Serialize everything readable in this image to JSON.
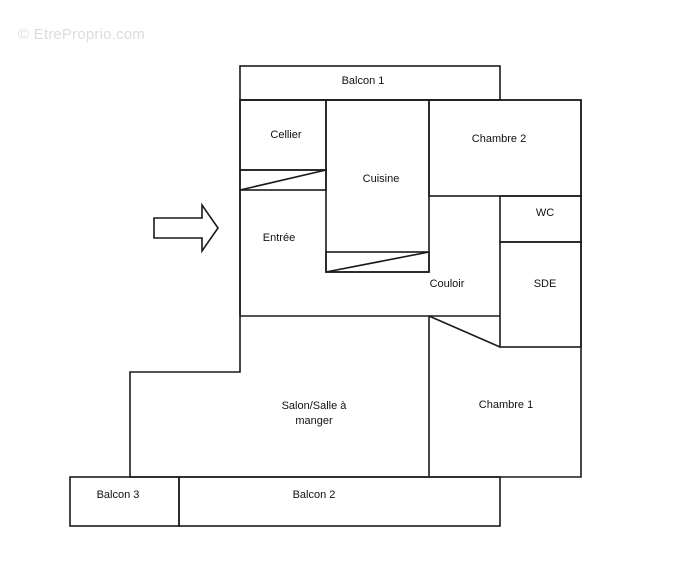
{
  "watermark": "© EtreProprio.com",
  "colors": {
    "wall": "#1a1a1a",
    "label": "#111111",
    "watermark": "#dcdcdc"
  },
  "rooms": {
    "balcon1": "Balcon 1",
    "cellier": "Cellier",
    "cuisine": "Cuisine",
    "chambre2": "Chambre 2",
    "wc": "WC",
    "entree": "Entrée",
    "couloir": "Couloir",
    "sde": "SDE",
    "salon_line1": "Salon/Salle à",
    "salon_line2": "manger",
    "chambre1": "Chambre 1",
    "balcon3": "Balcon 3",
    "balcon2": "Balcon 2"
  },
  "entrance_arrow_icon": "arrow-right-icon"
}
